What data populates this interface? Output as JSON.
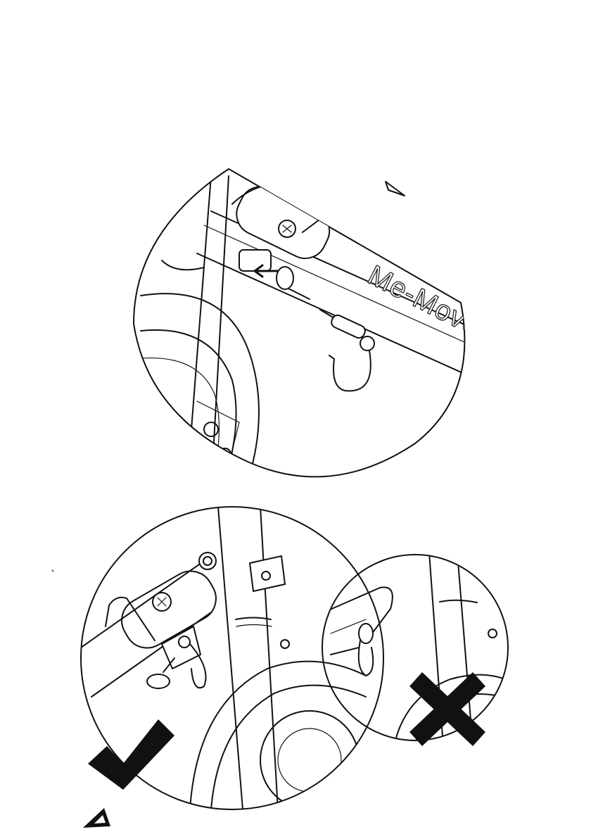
{
  "illustration_top": {
    "brand_lettering": "Me-Move",
    "callout": "pin-insertion-detail"
  },
  "illustration_bottom_left": {
    "status": "correct",
    "mark": "check-mark-icon"
  },
  "illustration_bottom_right": {
    "status": "incorrect",
    "mark": "cross-mark-icon"
  },
  "footer": {
    "logo": "me-move-logo-icon"
  },
  "colors": {
    "ink": "#111111",
    "paper": "#ffffff"
  }
}
